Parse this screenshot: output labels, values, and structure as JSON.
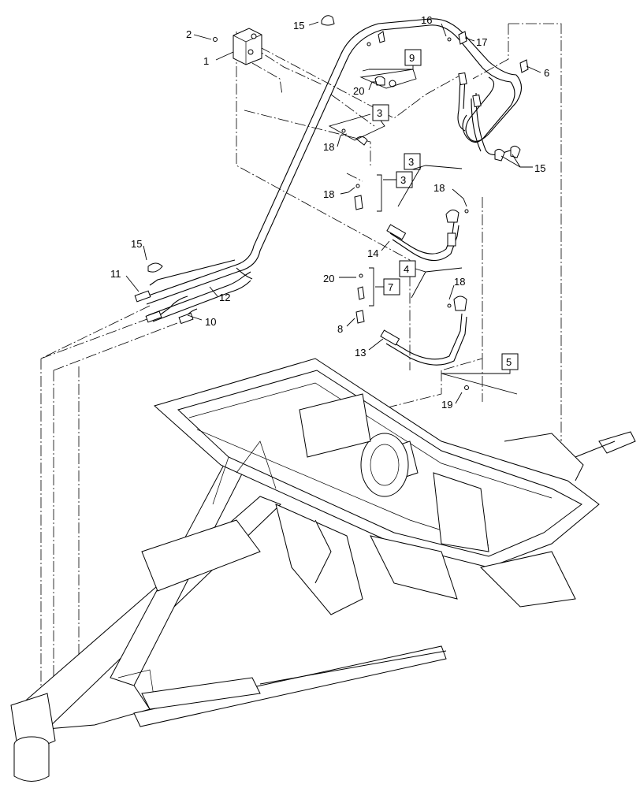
{
  "callouts": [
    {
      "id": "c1",
      "text": "1"
    },
    {
      "id": "c2",
      "text": "2"
    },
    {
      "id": "c3a",
      "text": "3"
    },
    {
      "id": "c3b",
      "text": "3"
    },
    {
      "id": "c3c",
      "text": "3"
    },
    {
      "id": "c4",
      "text": "4"
    },
    {
      "id": "c5",
      "text": "5"
    },
    {
      "id": "c6",
      "text": "6"
    },
    {
      "id": "c7",
      "text": "7"
    },
    {
      "id": "c8",
      "text": "8"
    },
    {
      "id": "c9",
      "text": "9"
    },
    {
      "id": "c10",
      "text": "10"
    },
    {
      "id": "c11",
      "text": "11"
    },
    {
      "id": "c12",
      "text": "12"
    },
    {
      "id": "c13",
      "text": "13"
    },
    {
      "id": "c14",
      "text": "14"
    },
    {
      "id": "c15a",
      "text": "15"
    },
    {
      "id": "c15b",
      "text": "15"
    },
    {
      "id": "c15c",
      "text": "15"
    },
    {
      "id": "c16",
      "text": "16"
    },
    {
      "id": "c17",
      "text": "17"
    },
    {
      "id": "c18a",
      "text": "18"
    },
    {
      "id": "c18b",
      "text": "18"
    },
    {
      "id": "c18c",
      "text": "18"
    },
    {
      "id": "c18d",
      "text": "18"
    },
    {
      "id": "c19",
      "text": "19"
    },
    {
      "id": "c20a",
      "text": "20"
    },
    {
      "id": "c20b",
      "text": "20"
    }
  ]
}
